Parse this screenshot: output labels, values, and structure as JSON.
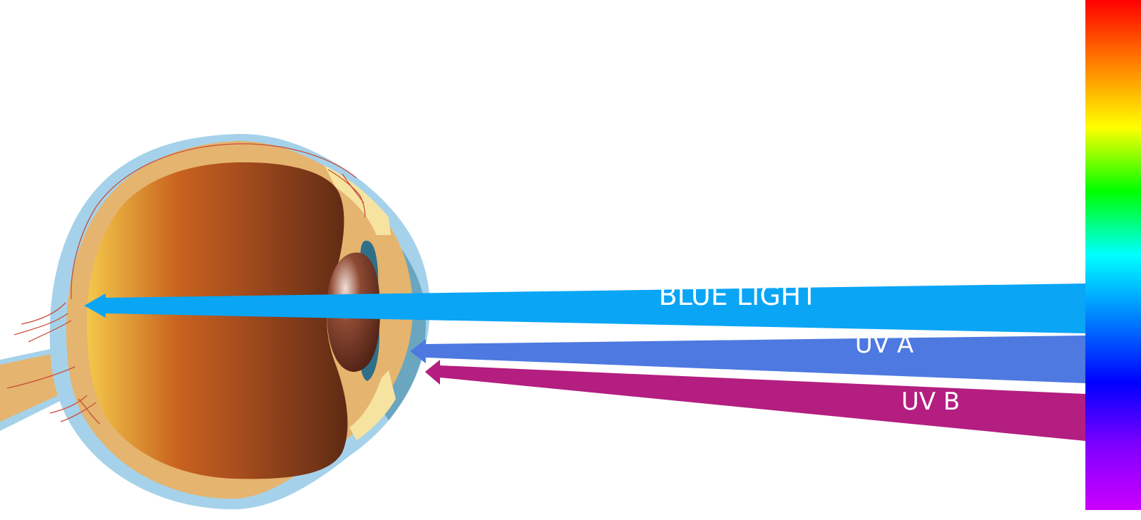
{
  "beams": [
    {
      "id": "blue-light",
      "label": "BLUE LIGHT",
      "color": "#0aa5f5"
    },
    {
      "id": "uv-a",
      "label": "UV A",
      "color": "#4d79e0"
    },
    {
      "id": "uv-b",
      "label": "UV B",
      "color": "#b31e80"
    }
  ],
  "spectrum": {
    "colors": [
      "#ff0000",
      "#ff8000",
      "#ffff00",
      "#00ff00",
      "#00ffff",
      "#0080ff",
      "#0000ff",
      "#8000ff",
      "#cc00ff"
    ]
  },
  "eye": {
    "sclera_color": "#a5d2ea",
    "choroid_color": "#e5b46e",
    "lens_color": "#6b2d1c",
    "vessel_color": "#c8503c",
    "vitreous_colors": [
      "#f5c84a",
      "#c8621f",
      "#a44c1d",
      "#5e2a14"
    ]
  }
}
